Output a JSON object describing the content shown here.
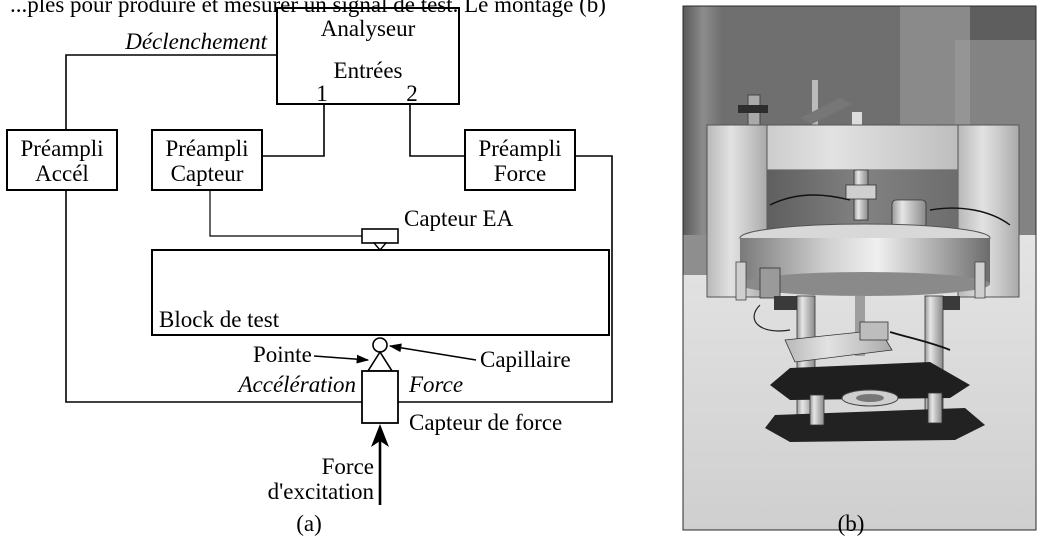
{
  "diagram": {
    "header_fragment": "...ples pour produire et mesurer un signal de test. Le montage (b)",
    "analyseur": {
      "title": "Analyseur",
      "inputs_label": "Entrées",
      "input1": "1",
      "input2": "2"
    },
    "declenchement": "Déclenchement",
    "preamp_accel": {
      "line1": "Préampli",
      "line2": "Accél"
    },
    "preamp_capteur": {
      "line1": "Préampli",
      "line2": "Capteur"
    },
    "preamp_force": {
      "line1": "Préampli",
      "line2": "Force"
    },
    "capteur_ea": "Capteur EA",
    "block": "Block de test",
    "pointe": "Pointe",
    "capillaire": "Capillaire",
    "acceleration": "Accélération",
    "force": "Force",
    "capteur_force": "Capteur de force",
    "excitation": {
      "line1": "Force",
      "line2": "d'excitation"
    },
    "caption_a": "(a)"
  },
  "photo": {
    "caption_b": "(b)"
  }
}
